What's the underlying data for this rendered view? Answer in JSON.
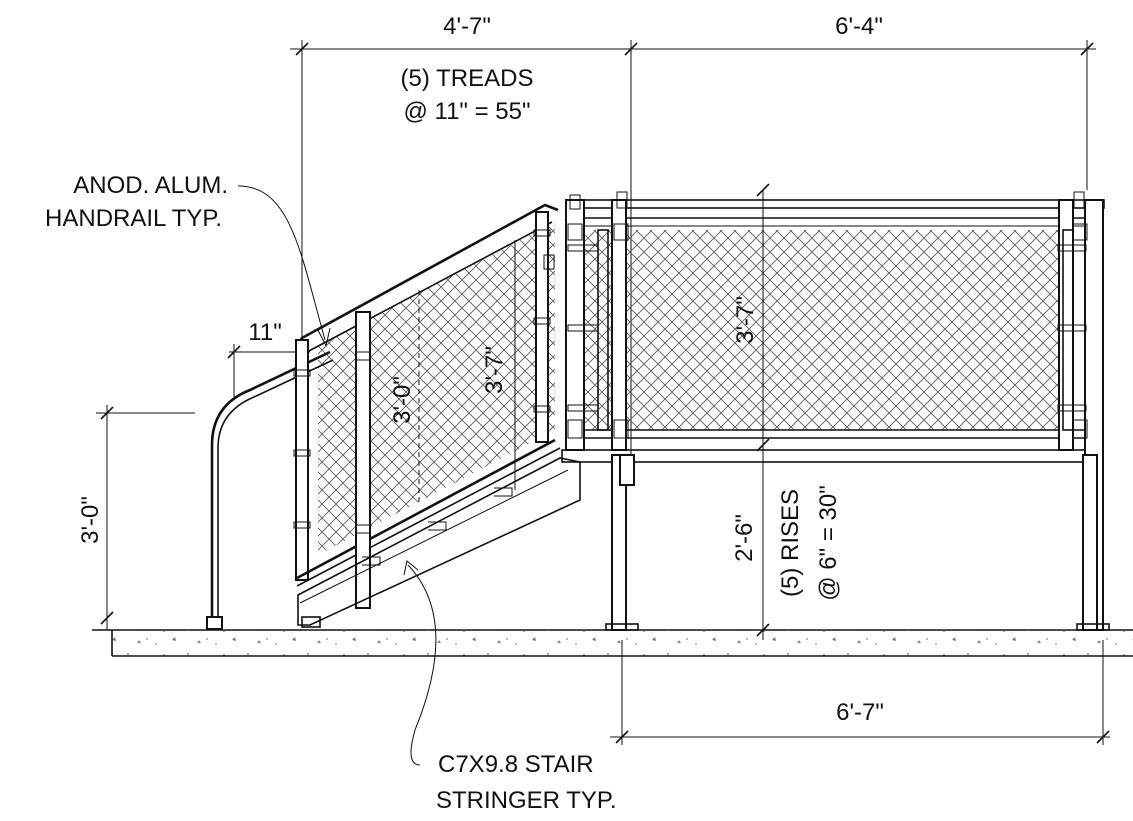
{
  "drawing": {
    "dimensions": {
      "top_left": "4'-7\"",
      "top_right": "6'-4\"",
      "treads_count": "(5) TREADS",
      "treads_calc": "@ 11\" = 55\"",
      "handrail_ext": "11\"",
      "left_height": "3'-0\"",
      "stair_guard_height": "3'-0\"",
      "stair_rail_height": "3'-7\"",
      "platform_rail_height": "3'-7\"",
      "platform_height": "2'-6\"",
      "rises_count": "(5) RISES",
      "rises_calc": "@ 6\" = 30\"",
      "bottom_span": "6'-7\""
    },
    "notes": {
      "handrail_line1": "ANOD. ALUM.",
      "handrail_line2": "HANDRAIL TYP.",
      "stringer_line1": "C7X9.8 STAIR",
      "stringer_line2": "STRINGER TYP."
    }
  }
}
